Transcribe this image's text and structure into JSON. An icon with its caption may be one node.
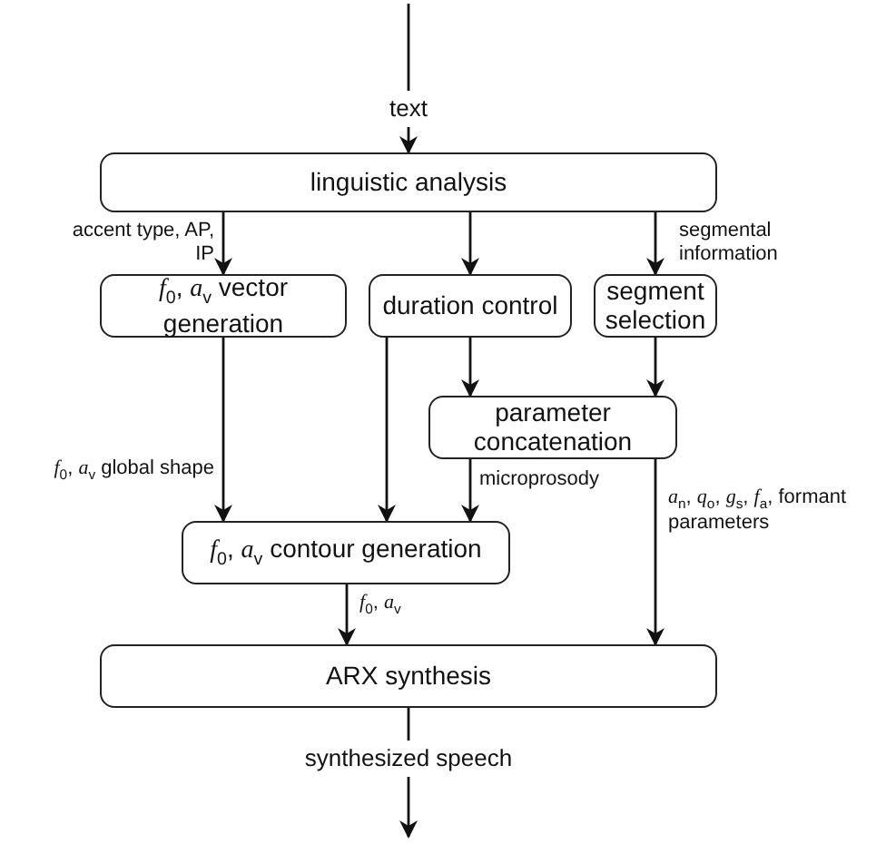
{
  "diagram": {
    "nodes": [
      {
        "text": [
          "linguistic analysis"
        ]
      },
      {
        "text": [
          "*f*$_{0}$, *a*$_{v}$ vector generation"
        ]
      },
      {
        "text": [
          "duration control"
        ]
      },
      {
        "text": [
          "segment selection"
        ]
      },
      {
        "text": [
          "parameter concatenation"
        ]
      },
      {
        "text": [
          "*f*$_{0}$, *a*$_{v}$ contour generation"
        ]
      },
      {
        "text": [
          "ARX synthesis"
        ]
      }
    ],
    "edges": [
      {
        "from": null,
        "to": 0,
        "arrow": "to",
        "label": "text"
      },
      {
        "from": 0,
        "to": 1,
        "arrow": "to",
        "label": "accent type, AP, IP"
      },
      {
        "from": 0,
        "to": 2,
        "arrow": "to"
      },
      {
        "from": 0,
        "to": 3,
        "arrow": "to",
        "label": "segmental information"
      },
      {
        "from": 1,
        "to": 5,
        "arrow": "to",
        "label": "*f*$_{0}$, *a*$_{v}$ global shape"
      },
      {
        "from": 2,
        "to": 5,
        "arrow": "to"
      },
      {
        "from": 2,
        "to": 4,
        "arrow": "to"
      },
      {
        "from": 3,
        "to": 4,
        "arrow": "to"
      },
      {
        "from": 4,
        "to": 5,
        "arrow": "to",
        "label": "microprosody"
      },
      {
        "from": 4,
        "to": 6,
        "arrow": "to",
        "label": "*a*$_{n}$, *q*$_{o}$, *g*$_{s}$, *f*$_{a}$, formant parameters"
      },
      {
        "from": 5,
        "to": 6,
        "arrow": "to",
        "label": "*f*$_{0}$, *a*$_{v}$"
      },
      {
        "from": 6,
        "to": null,
        "arrow": "to",
        "label": "synthesized speech"
      }
    ]
  }
}
